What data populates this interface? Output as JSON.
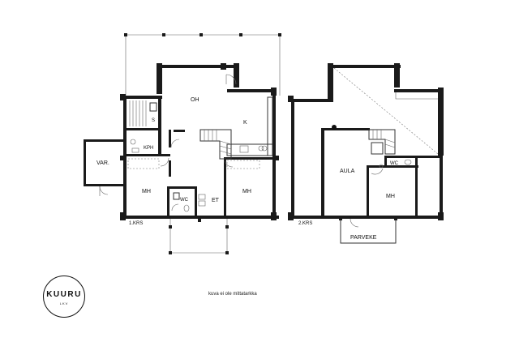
{
  "floor1": {
    "label": "1.KRS",
    "rooms": {
      "oh": "OH",
      "k": "K",
      "s": "S",
      "kph": "KPH",
      "var": "VAR.",
      "mh_left": "MH",
      "wc": "WC",
      "et": "ET",
      "mh_right": "MH"
    }
  },
  "floor2": {
    "label": "2.KRS",
    "rooms": {
      "aula": "AULA",
      "wc": "WC",
      "mh": "MH",
      "parveke": "PARVEKE"
    }
  },
  "note": "kuva ei ole mittatarkka",
  "logo": {
    "main": "KUURU",
    "sub": "LKV"
  }
}
